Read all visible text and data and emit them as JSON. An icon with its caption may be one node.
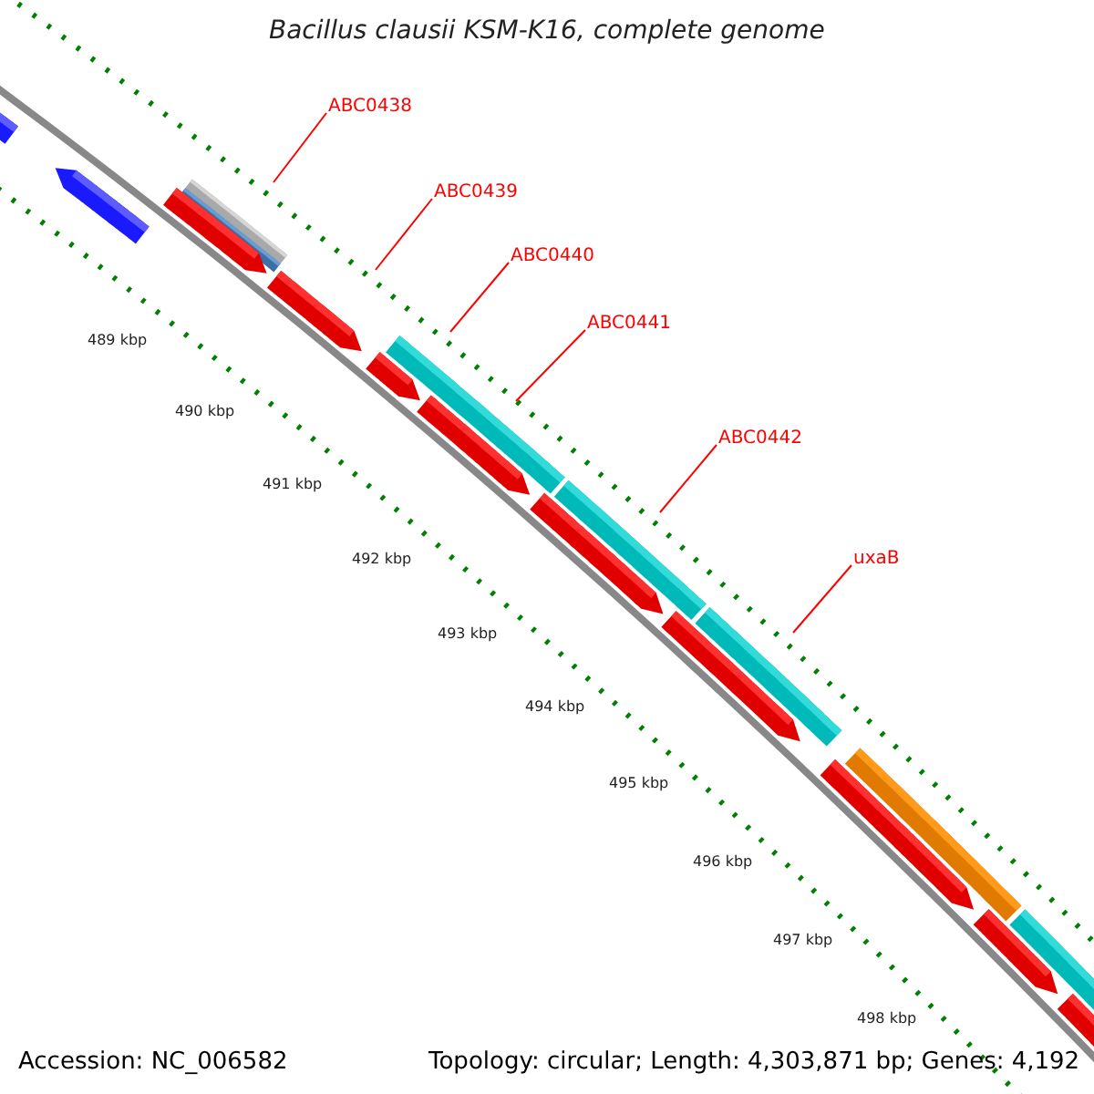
{
  "diagram": {
    "title": "Bacillus clausii KSM-K16, complete genome",
    "nodes": [
      {
        "text": [
          "ABC0438"
        ]
      },
      {
        "text": [
          "ABC0439"
        ]
      },
      {
        "text": [
          "ABC0440"
        ]
      },
      {
        "text": [
          "ABC0441"
        ]
      },
      {
        "text": [
          "ABC0442"
        ]
      },
      {
        "text": [
          "uxaB"
        ]
      }
    ],
    "edges": [
      {
        "from": 0,
        "to": null,
        "arrow": "none"
      },
      {
        "from": 1,
        "to": null,
        "arrow": "none"
      },
      {
        "from": 2,
        "to": null,
        "arrow": "none"
      },
      {
        "from": 3,
        "to": null,
        "arrow": "none"
      },
      {
        "from": 4,
        "to": null,
        "arrow": "none"
      },
      {
        "from": 5,
        "to": null,
        "arrow": "none"
      }
    ],
    "labels": [
      "489 kbp",
      "490 kbp",
      "491 kbp",
      "492 kbp",
      "493 kbp",
      "494 kbp",
      "495 kbp",
      "496 kbp",
      "497 kbp",
      "498 kbp",
      "Accession: NC_006582",
      "Topology: circular; Length: 4,303,871 bp; Genes: 4,192"
    ]
  }
}
